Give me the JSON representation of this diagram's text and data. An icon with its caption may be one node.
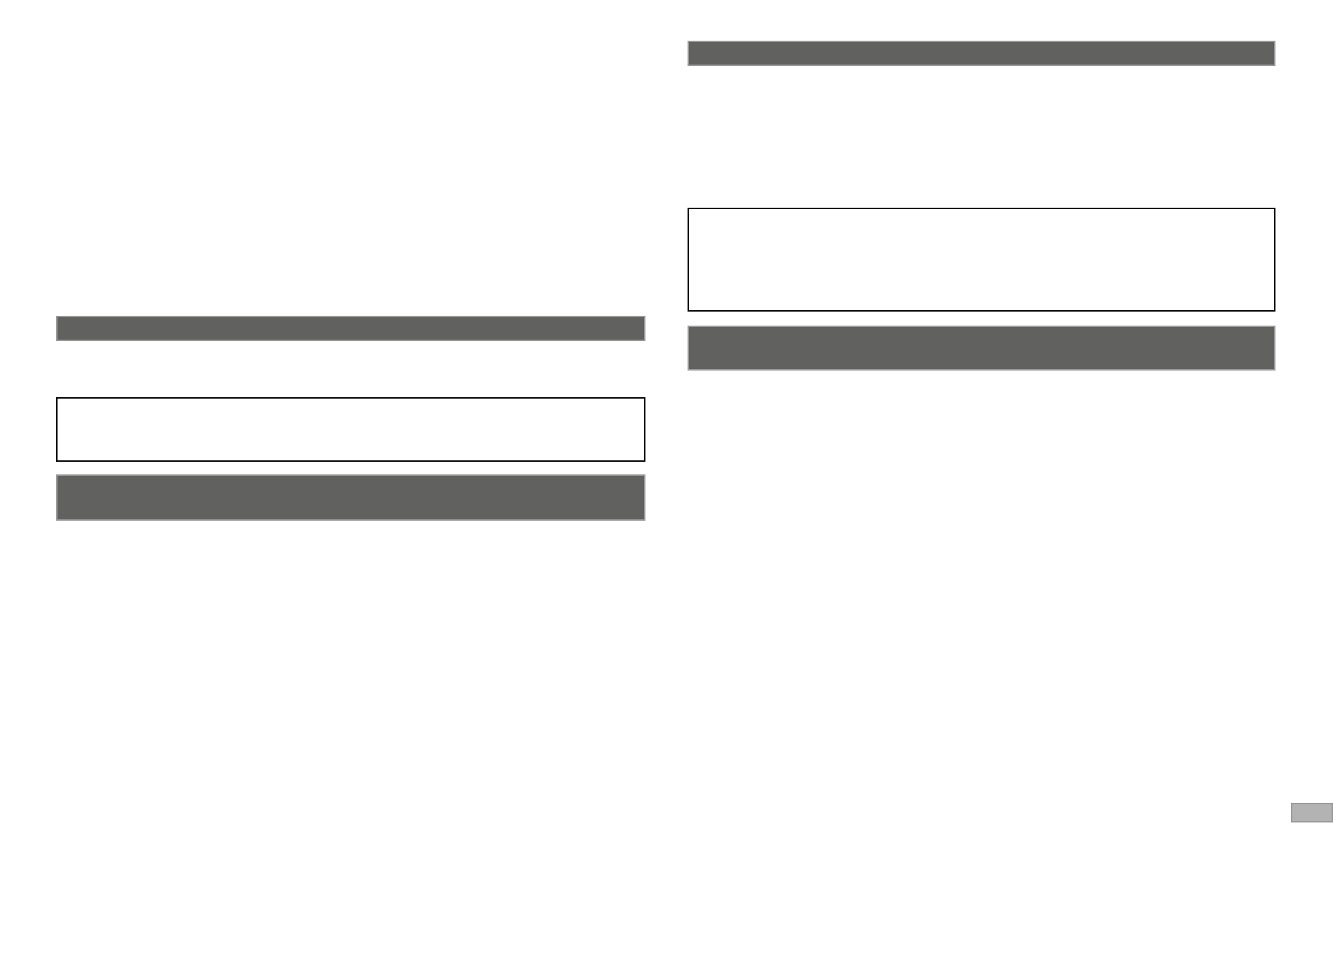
{
  "diagram": {
    "nodes": [
      {
        "text": [],
        "shape": "bar"
      },
      {
        "text": [],
        "shape": "box"
      },
      {
        "text": [],
        "shape": "bar"
      },
      {
        "text": [],
        "shape": "bar"
      },
      {
        "text": [],
        "shape": "box"
      },
      {
        "text": [],
        "shape": "bar"
      },
      {
        "text": [],
        "shape": "bar"
      }
    ]
  }
}
